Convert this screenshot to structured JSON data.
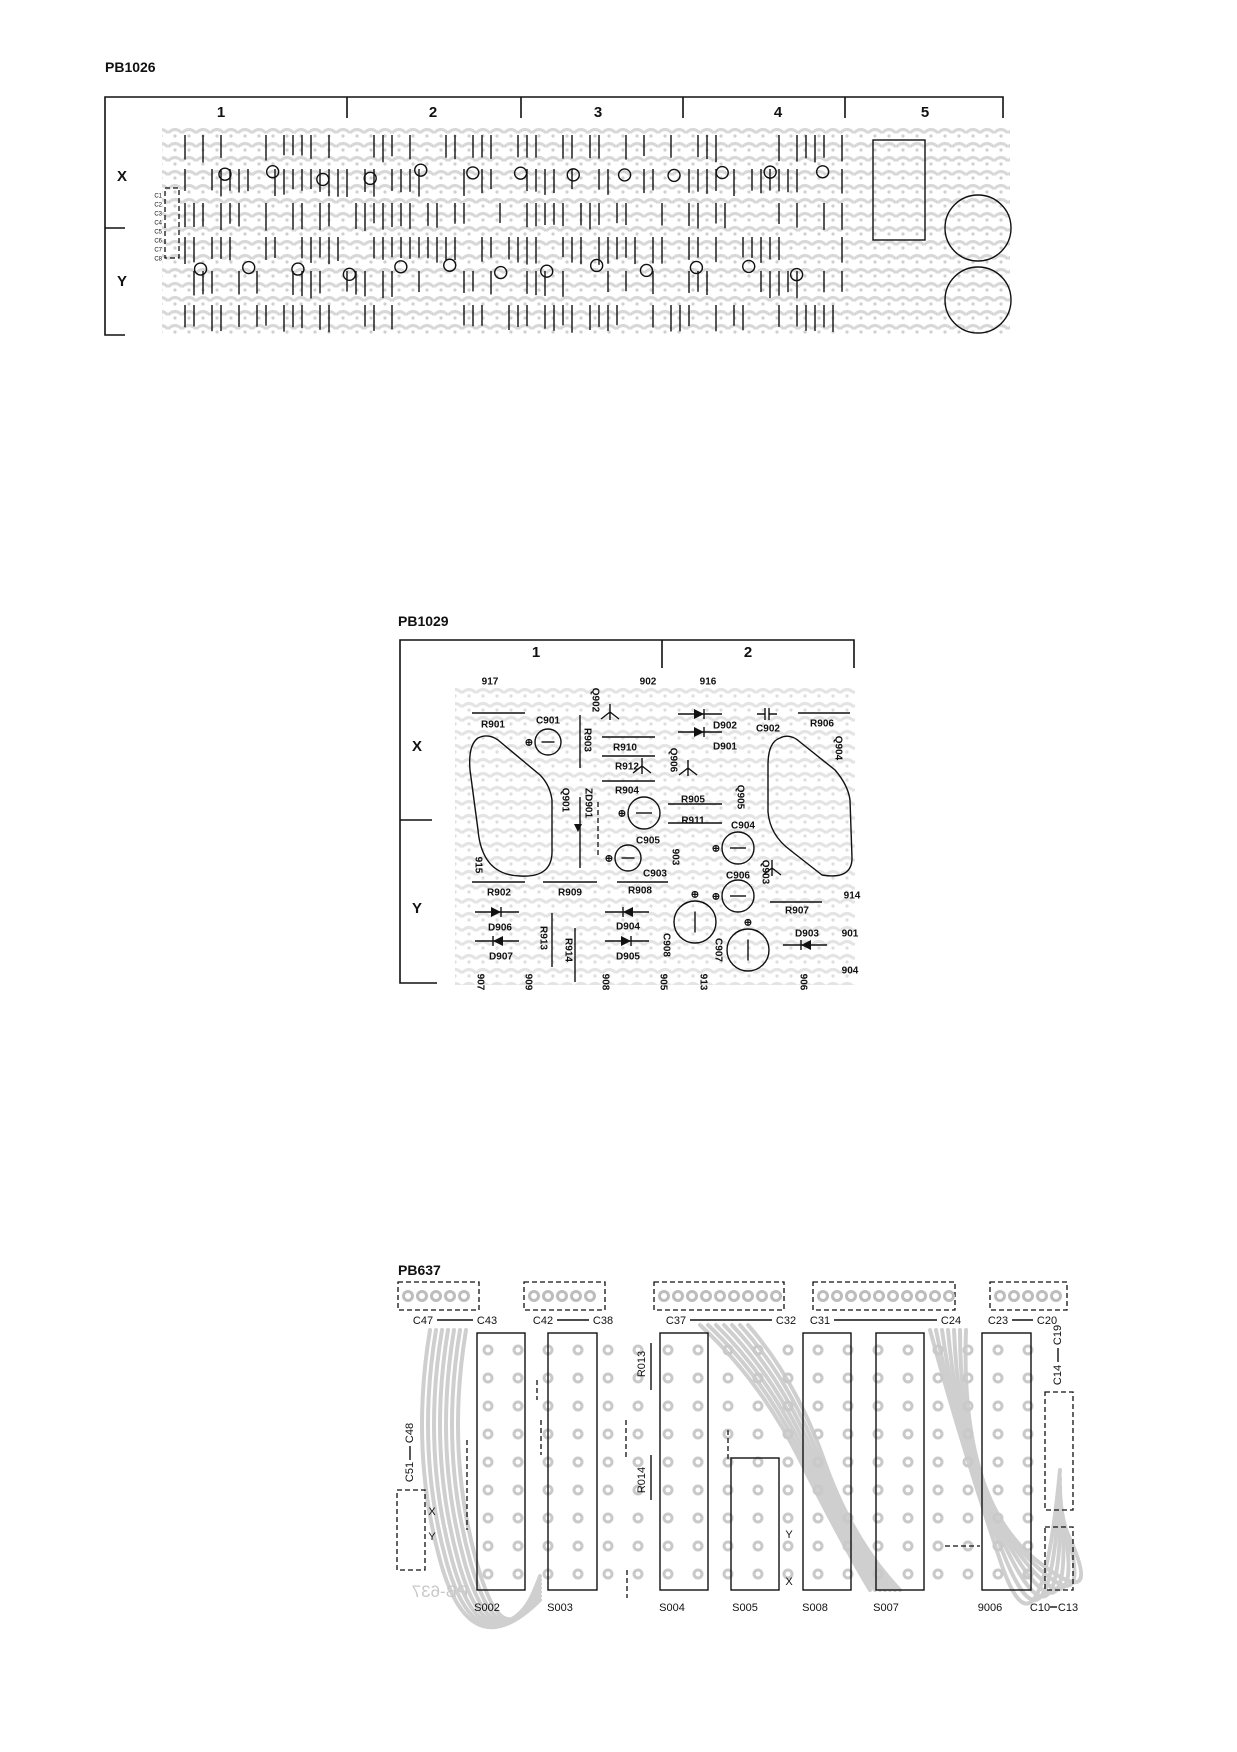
{
  "pb1026": {
    "title": "PB1026",
    "columns": [
      "1",
      "2",
      "3",
      "4",
      "5"
    ],
    "rows": [
      "X",
      "Y"
    ],
    "connector_labels": [
      "C1",
      "C2",
      "C3",
      "C4",
      "C5",
      "C6",
      "C7",
      "C8"
    ]
  },
  "pb1029": {
    "title": "PB1029",
    "columns": [
      "1",
      "2"
    ],
    "rows": [
      "X",
      "Y"
    ],
    "labels": [
      "917",
      "902",
      "916",
      "R901",
      "C901",
      "Q902",
      "R903",
      "R910",
      "R912",
      "R904",
      "Q906",
      "D902",
      "D901",
      "C902",
      "R906",
      "Q904",
      "Q905",
      "ZD901",
      "Q901",
      "R905",
      "R911",
      "C904",
      "C905",
      "C903",
      "903",
      "915",
      "R902",
      "R909",
      "R908",
      "C906",
      "Q903",
      "914",
      "R907",
      "D906",
      "D904",
      "R913",
      "R914",
      "D907",
      "D905",
      "C908",
      "C907",
      "D903",
      "901",
      "904",
      "907",
      "909",
      "908",
      "905",
      "913",
      "906"
    ],
    "polarity_mark": "⊕"
  },
  "pb637": {
    "title": "PB637",
    "connector_ranges": [
      {
        "from": "C47",
        "to": "C43"
      },
      {
        "from": "C42",
        "to": "C38"
      },
      {
        "from": "C37",
        "to": "C32"
      },
      {
        "from": "C31",
        "to": "C24"
      },
      {
        "from": "C23",
        "to": "C20"
      }
    ],
    "switches": [
      "S002",
      "S003",
      "S004",
      "S005",
      "S008",
      "S007",
      "9006"
    ],
    "side_ranges": [
      {
        "from": "C14",
        "to": "C19"
      },
      {
        "from": "C10",
        "to": "C13"
      },
      {
        "from": "C51",
        "to": "C48"
      }
    ],
    "resistors": [
      "R013",
      "R014"
    ],
    "markers": [
      "X",
      "Y",
      "Y",
      "X"
    ],
    "silkscreen": "PB-637"
  }
}
